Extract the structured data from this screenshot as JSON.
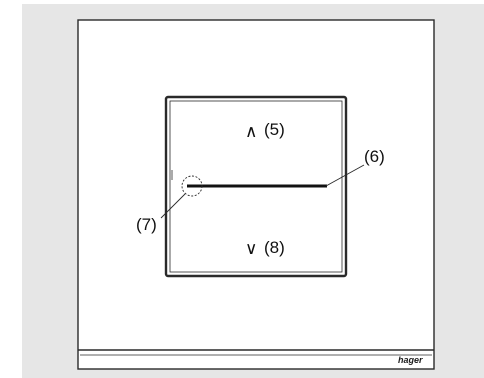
{
  "colors": {
    "background_panel": "#e6e6e6",
    "outline": "#2a2a2a",
    "rocker_line": "#111111"
  },
  "labels": {
    "up_arrow": "∧",
    "up_number": "(5)",
    "down_arrow": "∨",
    "down_number": "(8)",
    "rocker_line": "(6)",
    "led": "(7)"
  },
  "brand": {
    "logo_text": "hager",
    "logo_icon": "hager-logo"
  }
}
